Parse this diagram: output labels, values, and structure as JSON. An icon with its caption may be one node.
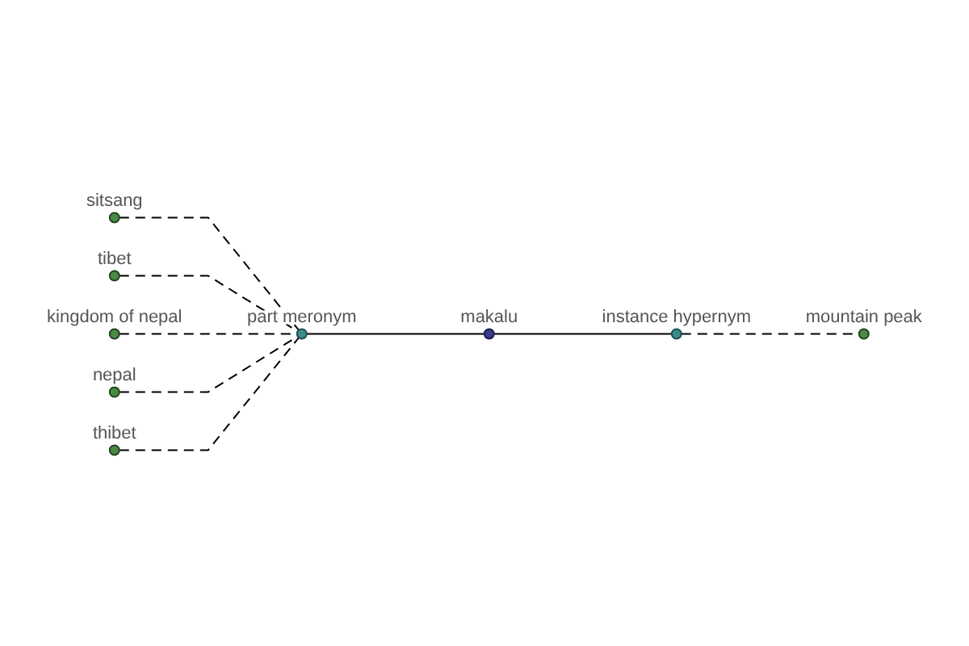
{
  "diagram": {
    "nodes": [
      {
        "text": [],
        "shape": "circle",
        "beside": [
          "makalu"
        ]
      },
      {
        "text": [],
        "shape": "circle",
        "beside": [
          "part meronym"
        ]
      },
      {
        "text": [],
        "shape": "circle",
        "beside": [
          "sitsang"
        ]
      },
      {
        "text": [],
        "shape": "circle",
        "beside": [
          "tibet"
        ]
      },
      {
        "text": [],
        "shape": "circle",
        "beside": [
          "kingdom of nepal"
        ]
      },
      {
        "text": [],
        "shape": "circle",
        "beside": [
          "nepal"
        ]
      },
      {
        "text": [],
        "shape": "circle",
        "beside": [
          "thibet"
        ]
      },
      {
        "text": [],
        "shape": "circle",
        "beside": [
          "instance hypernym"
        ]
      },
      {
        "text": [],
        "shape": "circle",
        "beside": [
          "mountain peak"
        ]
      }
    ],
    "edges": [
      {
        "from": 2,
        "to": 1,
        "arrow": "none",
        "style": "dashed"
      },
      {
        "from": 3,
        "to": 1,
        "arrow": "none",
        "style": "dashed"
      },
      {
        "from": 4,
        "to": 1,
        "arrow": "none",
        "style": "dashed"
      },
      {
        "from": 5,
        "to": 1,
        "arrow": "none",
        "style": "dashed"
      },
      {
        "from": 6,
        "to": 1,
        "arrow": "none",
        "style": "dashed"
      },
      {
        "from": 1,
        "to": 0,
        "arrow": "none"
      },
      {
        "from": 0,
        "to": 7,
        "arrow": "none"
      },
      {
        "from": 7,
        "to": 8,
        "arrow": "none",
        "style": "dashed"
      }
    ]
  }
}
